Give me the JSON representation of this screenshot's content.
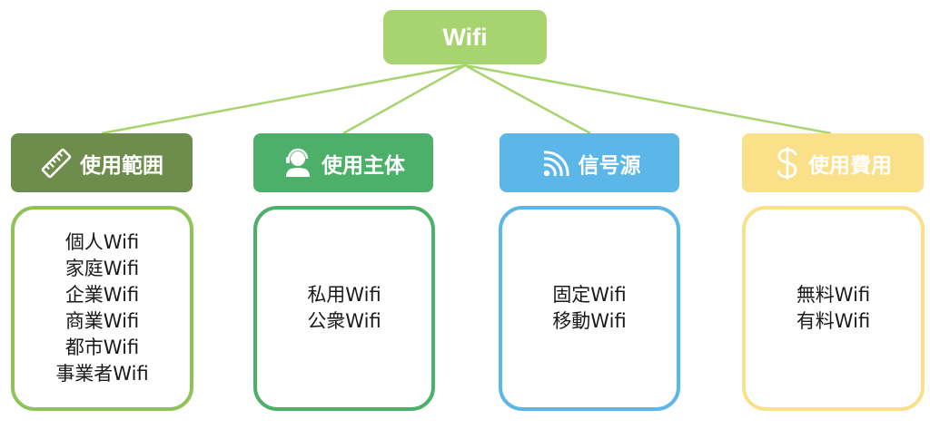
{
  "root": {
    "label": "Wifi",
    "color": "#a8d46f"
  },
  "connector_color": "#a8d46f",
  "categories": [
    {
      "id": "usage-scope",
      "label": "使用範囲",
      "icon": "ruler-icon",
      "color": "#6e8c4b",
      "border_color": "#8fc35a",
      "items": [
        "個人Wifi",
        "家庭Wifi",
        "企業Wifi",
        "商業Wifi",
        "都市Wifi",
        "事業者Wifi"
      ]
    },
    {
      "id": "usage-subject",
      "label": "使用主体",
      "icon": "person-headset-icon",
      "color": "#4caf6a",
      "border_color": "#4caf6a",
      "items": [
        "私用Wifi",
        "公衆Wifi"
      ]
    },
    {
      "id": "signal-source",
      "label": "信号源",
      "icon": "wifi-signal-icon",
      "color": "#5cb6e8",
      "border_color": "#5cb6e8",
      "items": [
        "固定Wifi",
        "移動Wifi"
      ]
    },
    {
      "id": "usage-cost",
      "label": "使用費用",
      "icon": "dollar-icon",
      "color": "#fbe08a",
      "border_color": "#fbe08a",
      "items": [
        "無料Wifi",
        "有料Wifi"
      ]
    }
  ]
}
